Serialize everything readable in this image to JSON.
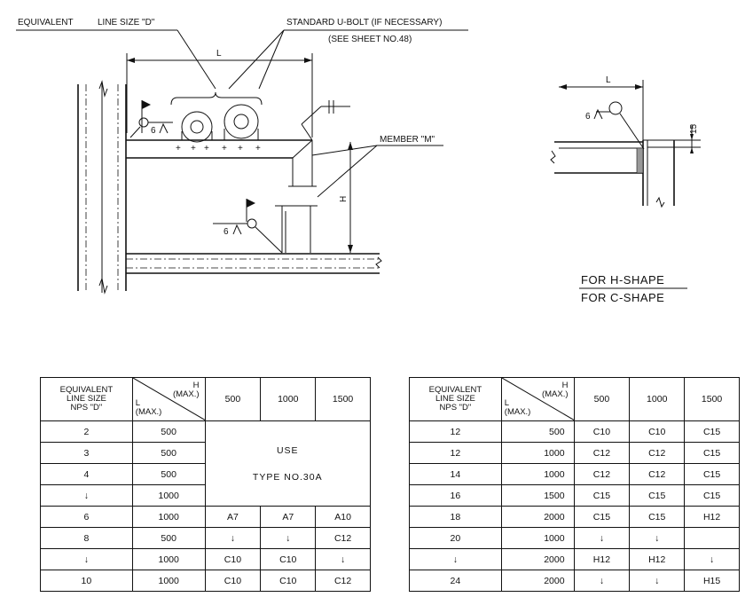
{
  "labels": {
    "equivalent": "EQUIVALENT",
    "line_size": "LINE SIZE \"D\"",
    "ubolt": "STANDARD U-BOLT (IF NECESSARY)",
    "see_sheet": "(SEE SHEET NO.48)",
    "L": "L",
    "H": "H",
    "weld": "6",
    "member": "MEMBER \"M\"",
    "fifteen": "15",
    "for_h": "FOR H-SHAPE",
    "for_c": "FOR C-SHAPE"
  },
  "table1": {
    "h_equiv": "EQUIVALENT",
    "h_line": "LINE SIZE",
    "h_nps": "NPS \"D\"",
    "h_H": "H",
    "h_Hmax": "(MAX.)",
    "h_L": "L",
    "h_Lmax": "(MAX.)",
    "cols": [
      "500",
      "1000",
      "1500"
    ],
    "use1": "USE",
    "use2": "TYPE NO.30A",
    "rows": [
      {
        "nps": "2",
        "L": "500"
      },
      {
        "nps": "3",
        "L": "500"
      },
      {
        "nps": "4",
        "L": "500"
      },
      {
        "nps": "↓",
        "L": "1000"
      },
      {
        "nps": "6",
        "L": "1000",
        "c": [
          "A7",
          "A7",
          "A10"
        ]
      },
      {
        "nps": "8",
        "L": "500",
        "c": [
          "↓",
          "↓",
          "C12"
        ]
      },
      {
        "nps": "↓",
        "L": "1000",
        "c": [
          "C10",
          "C10",
          "↓"
        ]
      },
      {
        "nps": "10",
        "L": "1000",
        "c": [
          "C10",
          "C10",
          "C12"
        ]
      }
    ]
  },
  "table2": {
    "h_equiv": "EQUIVALENT",
    "h_line": "LINE SIZE",
    "h_nps": "NPS \"D\"",
    "h_H": "H",
    "h_Hmax": "(MAX.)",
    "h_L": "L",
    "h_Lmax": "(MAX.)",
    "cols": [
      "500",
      "1000",
      "1500"
    ],
    "rows": [
      {
        "nps": "12",
        "L": "500",
        "c": [
          "C10",
          "C10",
          "C15"
        ]
      },
      {
        "nps": "12",
        "L": "1000",
        "c": [
          "C12",
          "C12",
          "C15"
        ]
      },
      {
        "nps": "14",
        "L": "1000",
        "c": [
          "C12",
          "C12",
          "C15"
        ]
      },
      {
        "nps": "16",
        "L": "1500",
        "c": [
          "C15",
          "C15",
          "C15"
        ]
      },
      {
        "nps": "18",
        "L": "2000",
        "c": [
          "C15",
          "C15",
          "H12"
        ]
      },
      {
        "nps": "20",
        "L": "1000",
        "c": [
          "↓",
          "↓",
          ""
        ]
      },
      {
        "nps": "↓",
        "L": "2000",
        "c": [
          "H12",
          "H12",
          "↓"
        ]
      },
      {
        "nps": "24",
        "L": "2000",
        "c": [
          "↓",
          "↓",
          "H15"
        ]
      }
    ]
  }
}
